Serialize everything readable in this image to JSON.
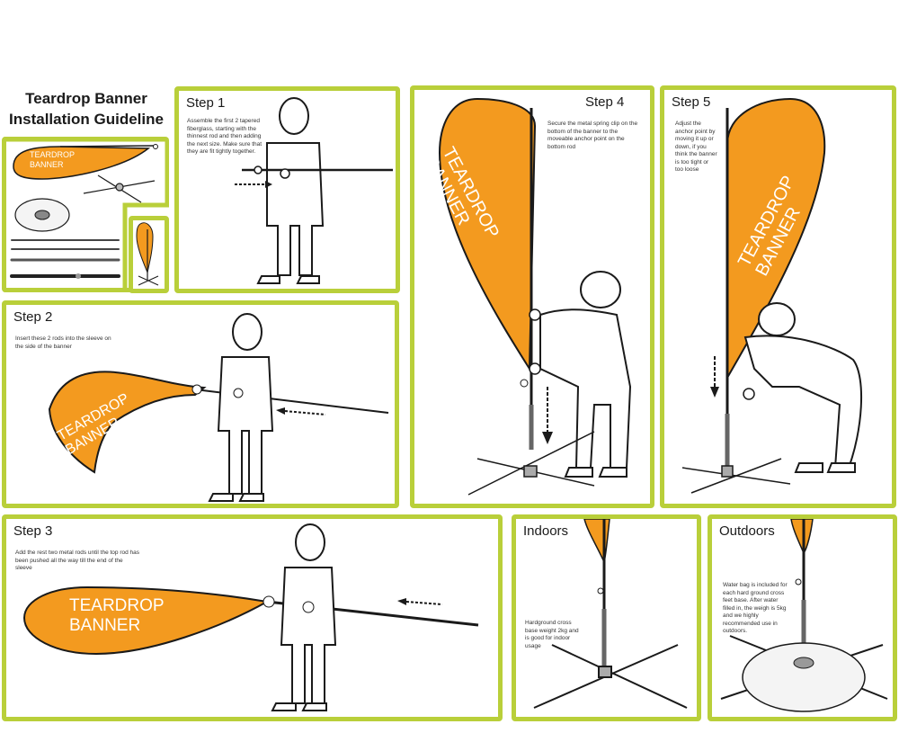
{
  "guide": {
    "title_line1": "Teardrop Banner",
    "title_line2": "Installation Guideline"
  },
  "colors": {
    "frame": "#b9cf3a",
    "banner": "#f39a1f",
    "outline": "#1a1a1a"
  },
  "parts": {
    "banner_label_line1": "TEARDROP",
    "banner_label_line2": "BANNER"
  },
  "step1": {
    "title": "Step 1",
    "text": "Assemble the first 2 tapered fiberglass, starting with the thinnest rod and then adding the next size. Make sure that they are fit tightly together."
  },
  "step2": {
    "title": "Step 2",
    "text": "Insert these 2 rods into the sleeve on the side of the banner",
    "banner_line1": "TEARDROP",
    "banner_line2": "BANNER"
  },
  "step3": {
    "title": "Step 3",
    "text": "Add the rest two metal rods until the top rod has been pushed all the way till the end of the sleeve",
    "banner_line1": "TEARDROP",
    "banner_line2": "BANNER"
  },
  "step4": {
    "title": "Step 4",
    "text": "Secure the metal spring clip on the bottom of the banner to the moveable anchor point on the bottom rod",
    "banner_line1": "TEARDROP",
    "banner_line2": "BANNER"
  },
  "step5": {
    "title": "Step 5",
    "text": "Adjust the anchor point by moving it up or down, if you think the banner is too tight or too loose",
    "banner_line1": "TEARDROP",
    "banner_line2": "BANNER"
  },
  "indoors": {
    "title": "Indoors",
    "text": "Hardground cross base weight 2kg and is good for indoor usage"
  },
  "outdoors": {
    "title": "Outdoors",
    "text": "Water bag is included for each hard ground cross feet base. After water filled in, the weigh is 5kg and we highly recommended use in outdoors."
  }
}
